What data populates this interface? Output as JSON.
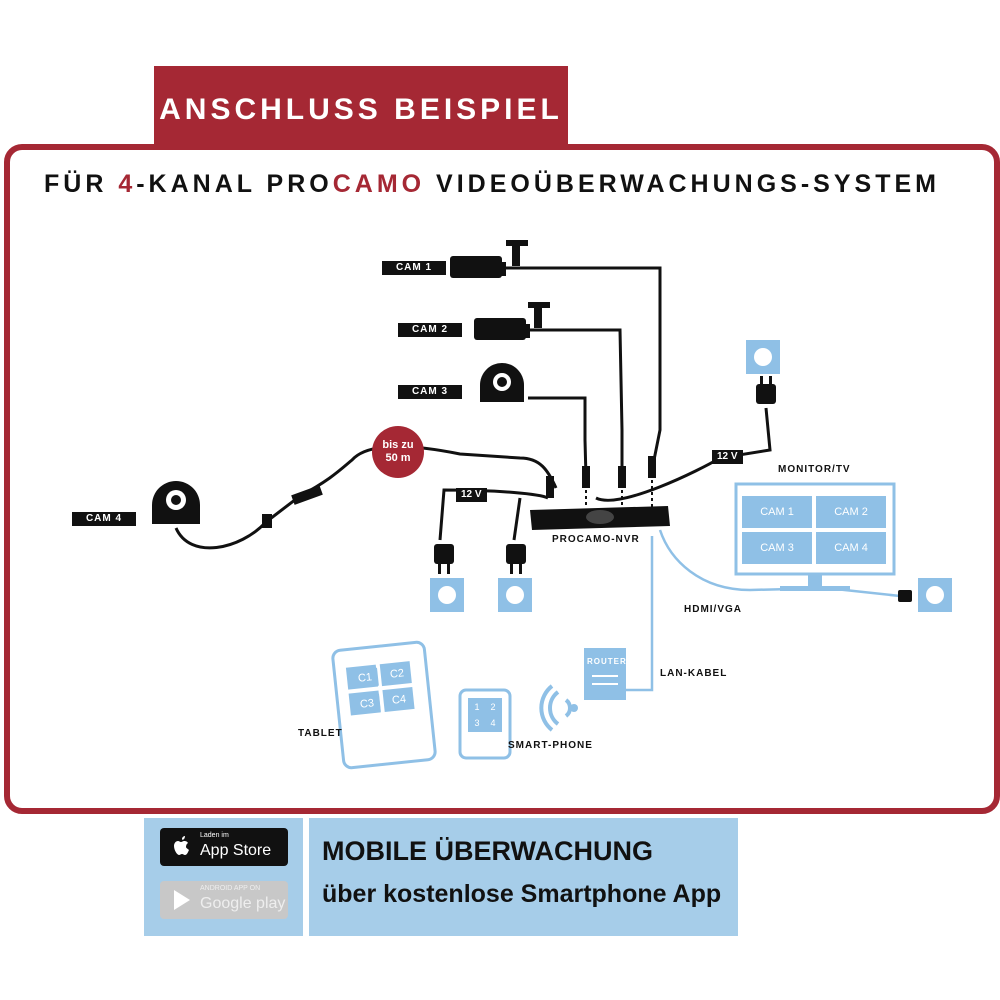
{
  "header": {
    "tab_label": "ANSCHLUSS BEISPIEL"
  },
  "title": {
    "part1": "FÜR ",
    "num": "4",
    "part2": "-KANAL PRO",
    "brand": "CAMO",
    "part3": " VIDEOÜBERWACHUNGS-SYSTEM"
  },
  "cameras": {
    "cam1": "CAM 1",
    "cam2": "CAM 2",
    "cam3": "CAM 3",
    "cam4": "CAM 4"
  },
  "distance": {
    "line1": "bis zu",
    "line2": "50 m"
  },
  "voltage": {
    "nvr_power": "12 V",
    "cam_power": "12 V"
  },
  "devices": {
    "nvr": "PROCAMO-NVR",
    "monitor": "MONITOR/TV",
    "monitor_cells": [
      "CAM 1",
      "CAM 2",
      "CAM 3",
      "CAM 4"
    ],
    "router": "ROUTER",
    "tablet": "TABLET",
    "tablet_cells": [
      "C1",
      "C2",
      "C3",
      "C4"
    ],
    "smartphone": "SMART-PHONE",
    "phone_cells": [
      "1",
      "2",
      "3",
      "4"
    ]
  },
  "cables": {
    "hdmi": "HDMI/VGA",
    "lan": "LAN-KABEL"
  },
  "store": {
    "apple_small": "Laden im",
    "apple_big": "App Store",
    "google_small": "ANDROID APP ON",
    "google_big": "Google play"
  },
  "promo": {
    "line1": "MOBILE ÜBERWACHUNG",
    "line2": "über kostenlose Smartphone App"
  },
  "colors": {
    "accent": "#a52834",
    "light_blue": "#a6cde9",
    "device_blue": "#8fc0e6"
  }
}
